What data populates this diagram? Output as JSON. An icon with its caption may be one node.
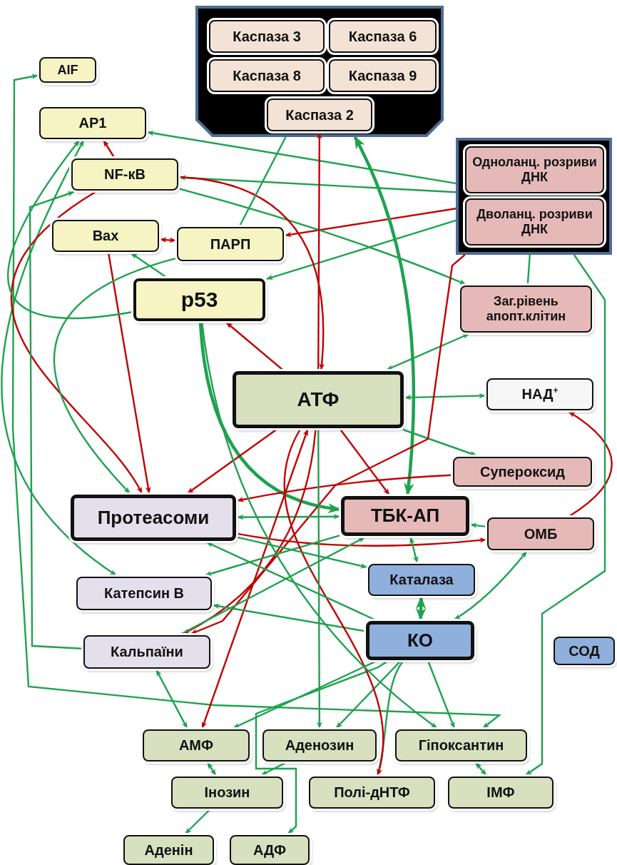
{
  "diagram": {
    "nodes": [
      {
        "text": [],
        "shape": "box"
      },
      {
        "text": [
          "Каспаза 3"
        ],
        "in": 0
      },
      {
        "text": [
          "Каспаза 6"
        ],
        "in": 0
      },
      {
        "text": [
          "Каспаза 8"
        ],
        "in": 0
      },
      {
        "text": [
          "Каспаза 9"
        ],
        "in": 0
      },
      {
        "text": [
          "Каспаза 2"
        ],
        "in": 0
      },
      {
        "text": [
          "AIF"
        ]
      },
      {
        "text": [
          "AP1"
        ]
      },
      {
        "text": [
          "NF-кB"
        ]
      },
      {
        "text": [
          "Bax"
        ]
      },
      {
        "text": [
          "ПАРП"
        ]
      },
      {
        "text": [
          "p53"
        ]
      },
      {
        "text": [],
        "shape": "box"
      },
      {
        "text": [
          "Одноланц. розриви ДНК"
        ],
        "in": 12
      },
      {
        "text": [
          "Дволанц. розриви ДНК"
        ],
        "in": 12
      },
      {
        "text": [
          "Заг.рівень апопт.клітин"
        ]
      },
      {
        "text": [
          "АТФ"
        ]
      },
      {
        "text": [
          "НАД$^{+}$"
        ]
      },
      {
        "text": [
          "Супероксид"
        ]
      },
      {
        "text": [
          "Протеасоми"
        ]
      },
      {
        "text": [
          "ТБК-АП"
        ]
      },
      {
        "text": [
          "ОМБ"
        ]
      },
      {
        "text": [
          "Катепсин B"
        ]
      },
      {
        "text": [
          "Каталаза"
        ]
      },
      {
        "text": [
          "Кальпаїни"
        ]
      },
      {
        "text": [
          "КО"
        ]
      },
      {
        "text": [
          "СОД"
        ]
      },
      {
        "text": [
          "АМФ"
        ]
      },
      {
        "text": [
          "Аденозин"
        ]
      },
      {
        "text": [
          "Гіпоксантин"
        ]
      },
      {
        "text": [
          "Інозин"
        ]
      },
      {
        "text": [
          "Полі-дНТФ"
        ]
      },
      {
        "text": [
          "ІМФ"
        ]
      },
      {
        "text": [
          "Аденін"
        ]
      },
      {
        "text": [
          "АДФ"
        ]
      }
    ],
    "edges": [
      {
        "from": 12,
        "to": 7,
        "arrow": "to"
      },
      {
        "from": 12,
        "to": 8,
        "arrow": "to"
      },
      {
        "from": 12,
        "to": 11,
        "arrow": "to"
      },
      {
        "from": 12,
        "to": 10,
        "arrow": "to",
        "color": "#c00000"
      },
      {
        "from": 8,
        "to": 15,
        "arrow": "to"
      },
      {
        "from": 12,
        "to": 15,
        "arrow": "none"
      },
      {
        "from": 29,
        "to": 6,
        "arrow": "both"
      },
      {
        "from": 7,
        "to": 22,
        "arrow": "both"
      },
      {
        "from": 8,
        "to": 19,
        "arrow": "to",
        "color": "#c00000"
      },
      {
        "from": 9,
        "to": 19,
        "arrow": "to",
        "color": "#c00000"
      },
      {
        "from": 8,
        "to": 7,
        "arrow": "to",
        "color": "#c00000"
      },
      {
        "from": 8,
        "to": 16,
        "arrow": "to",
        "color": "#c00000"
      },
      {
        "from": 10,
        "to": 9,
        "arrow": "both",
        "color": "#c00000"
      },
      {
        "from": 11,
        "to": 9,
        "arrow": "to"
      },
      {
        "from": 10,
        "to": 19,
        "arrow": "to"
      },
      {
        "from": 11,
        "to": 7,
        "arrow": "to"
      },
      {
        "from": 24,
        "to": 8,
        "arrow": "to"
      },
      {
        "from": 0,
        "to": 10,
        "arrow": "none"
      },
      {
        "from": 16,
        "to": 5,
        "arrow": "to",
        "color": "#c00000"
      },
      {
        "from": 0,
        "to": 20,
        "arrow": "both",
        "style": "thick"
      },
      {
        "from": 16,
        "to": 11,
        "arrow": "to",
        "color": "#c00000"
      },
      {
        "from": 11,
        "to": 20,
        "arrow": "to",
        "style": "thick"
      },
      {
        "from": 16,
        "to": 17,
        "arrow": "both"
      },
      {
        "from": 21,
        "to": 17,
        "arrow": "to",
        "color": "#c00000"
      },
      {
        "from": 16,
        "to": 18,
        "arrow": "to"
      },
      {
        "from": 18,
        "to": 19,
        "arrow": "to",
        "color": "#c00000"
      },
      {
        "from": 16,
        "to": 20,
        "arrow": "to",
        "color": "#c00000"
      },
      {
        "from": 16,
        "to": 19,
        "arrow": "to",
        "color": "#c00000"
      },
      {
        "from": 16,
        "to": 15,
        "arrow": "both"
      },
      {
        "from": 12,
        "to": 24,
        "arrow": "to",
        "color": "#c00000"
      },
      {
        "from": 19,
        "to": 20,
        "arrow": "both"
      },
      {
        "from": 21,
        "to": 20,
        "arrow": "to"
      },
      {
        "from": 19,
        "to": 21,
        "arrow": "to",
        "color": "#c00000"
      },
      {
        "from": 20,
        "to": 23,
        "arrow": "both"
      },
      {
        "from": 23,
        "to": 25,
        "arrow": "both",
        "style": "thick"
      },
      {
        "from": 25,
        "to": 21,
        "arrow": "both"
      },
      {
        "from": 16,
        "to": 24,
        "arrow": "to",
        "color": "#c00000"
      },
      {
        "from": 27,
        "to": 16,
        "arrow": "both",
        "color": "#c00000"
      },
      {
        "from": 24,
        "to": 27,
        "arrow": "both"
      },
      {
        "from": 27,
        "to": 30,
        "arrow": "both"
      },
      {
        "from": 30,
        "to": 33,
        "arrow": "to"
      },
      {
        "from": 25,
        "to": 34,
        "arrow": "to"
      },
      {
        "from": 29,
        "to": 32,
        "arrow": "both"
      },
      {
        "from": 25,
        "to": 28,
        "arrow": "to"
      },
      {
        "from": 25,
        "to": 29,
        "arrow": "to"
      },
      {
        "from": 25,
        "to": 31,
        "arrow": "to"
      },
      {
        "from": 25,
        "to": 27,
        "arrow": "to"
      },
      {
        "from": 25,
        "to": 22,
        "arrow": "to"
      },
      {
        "from": 20,
        "to": 22,
        "arrow": "to"
      },
      {
        "from": 16,
        "to": 31,
        "arrow": "to",
        "color": "#c00000"
      },
      {
        "from": 12,
        "to": 32,
        "arrow": "to"
      },
      {
        "from": 25,
        "to": 19,
        "arrow": "to"
      },
      {
        "from": 19,
        "to": 23,
        "arrow": "to"
      },
      {
        "from": 28,
        "to": 30,
        "arrow": "to"
      },
      {
        "from": 16,
        "to": 28,
        "arrow": "to"
      },
      {
        "from": 11,
        "to": 29,
        "arrow": "to"
      },
      {
        "from": 24,
        "to": 20,
        "arrow": "to"
      }
    ]
  }
}
